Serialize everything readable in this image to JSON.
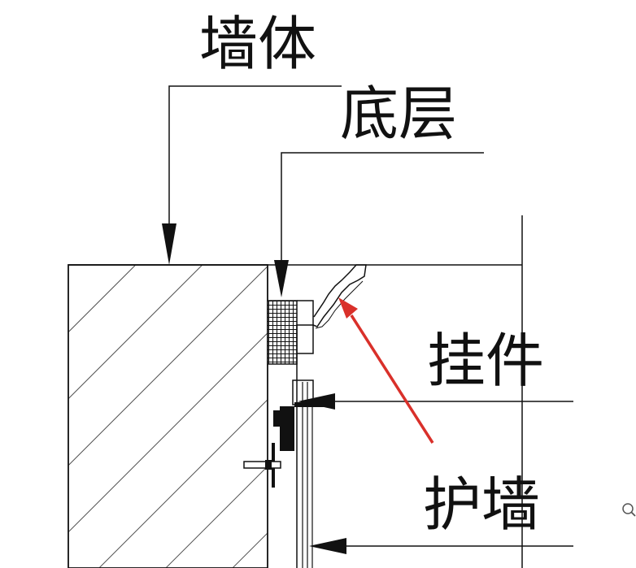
{
  "labels": {
    "wall": "墙体",
    "base_layer": "底层",
    "hanger": "挂件",
    "guard_wall": "护墙"
  },
  "colors": {
    "line": "#111111",
    "pointer_arrow": "#d9302a"
  }
}
